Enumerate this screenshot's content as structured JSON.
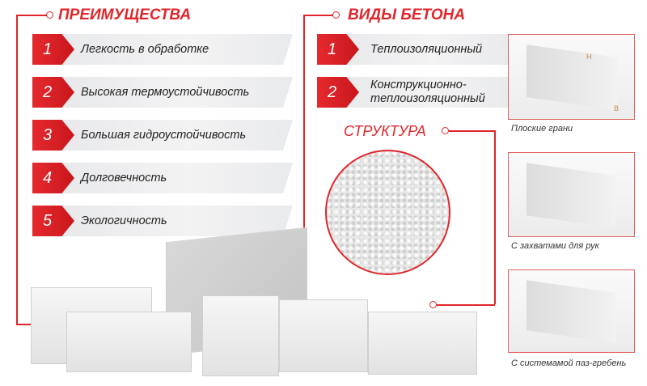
{
  "advantages": {
    "title": "ПРЕИМУЩЕСТВА",
    "items": [
      {
        "num": "1",
        "label": "Легкость в обработке"
      },
      {
        "num": "2",
        "label": "Высокая термоустойчивость"
      },
      {
        "num": "3",
        "label": "Большая гидроустойчивость"
      },
      {
        "num": "4",
        "label": "Долговечность"
      },
      {
        "num": "5",
        "label": "Экологичность"
      }
    ]
  },
  "types": {
    "title": "ВИДЫ БЕТОНА",
    "items": [
      {
        "num": "1",
        "label": "Теплоизоляционный"
      },
      {
        "num": "2",
        "label": "Конструкционно-теплоизоляционный"
      }
    ]
  },
  "structure": {
    "title": "СТРУКТУРА"
  },
  "block_shapes": [
    {
      "caption": "Плоские грани",
      "dim_h": "H",
      "dim_b": "B"
    },
    {
      "caption": "С захватами для рук"
    },
    {
      "caption": "С системамой паз-гребень"
    }
  ],
  "colors": {
    "accent": "#e0262b",
    "bar": "#ececee"
  }
}
